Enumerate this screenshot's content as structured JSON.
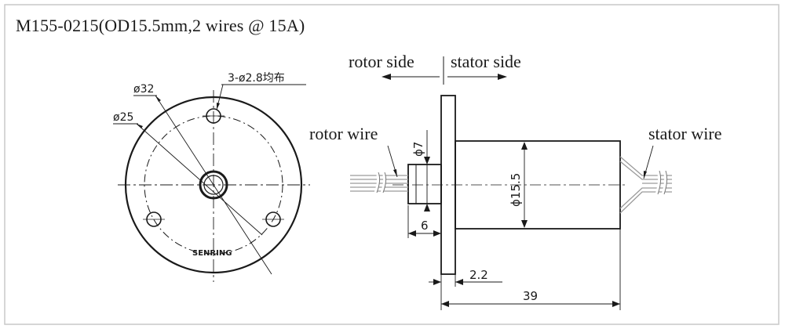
{
  "title": "M155-0215(OD15.5mm,2 wires @ 15A)",
  "front_view": {
    "dia_outer": "ø32",
    "dia_pcd": "ø25",
    "holes": "3-ø2.8均布",
    "brand": "SENRING"
  },
  "side_view": {
    "rotor_side": "rotor side",
    "stator_side": "stator side",
    "rotor_wire": "rotor wire",
    "stator_wire": "stator wire",
    "dia_shaft": "ϕ7",
    "dia_body": "ϕ15.5",
    "len_shaft": "6",
    "flange_thk": "2.2",
    "len_total": "39"
  },
  "colors": {
    "line": "#1a1a1a",
    "wire": "#9a9a9a",
    "border": "#c8c8c8"
  }
}
